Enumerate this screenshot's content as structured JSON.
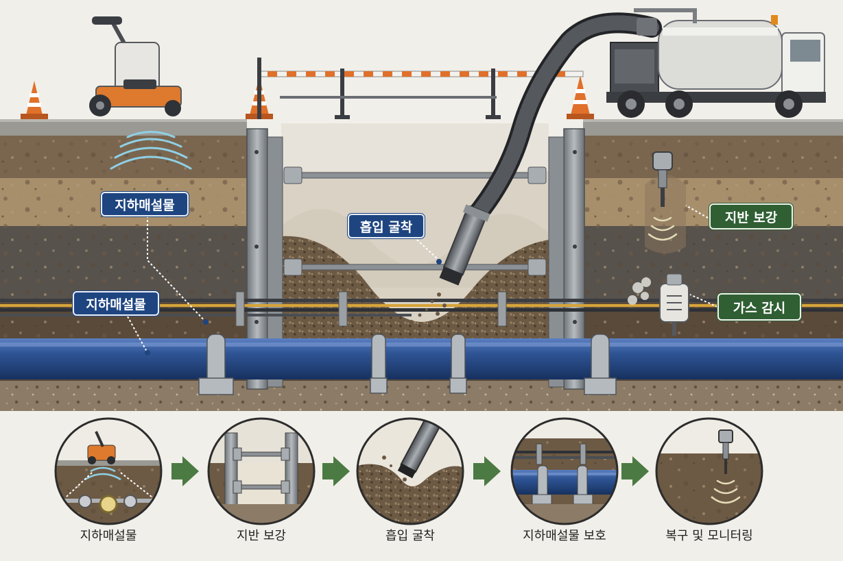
{
  "callouts": {
    "utility_top": "지하매설물",
    "utility_mid": "지하매설물",
    "suction_excavation": "흡입 굴착",
    "ground_reinforcement": "지반 보강",
    "gas_monitoring": "가스 감시"
  },
  "steps": [
    {
      "label": "지하매설물"
    },
    {
      "label": "지반 보강"
    },
    {
      "label": "흡입 굴착"
    },
    {
      "label": "지하매설물 보호"
    },
    {
      "label": "복구 및 모니터링"
    }
  ],
  "colors": {
    "pipe_blue": "#2f5596",
    "callout_blue": "#1e4580",
    "callout_green": "#2f5f33",
    "arrow_green": "#4b7a43",
    "cone_orange": "#e0702a"
  }
}
